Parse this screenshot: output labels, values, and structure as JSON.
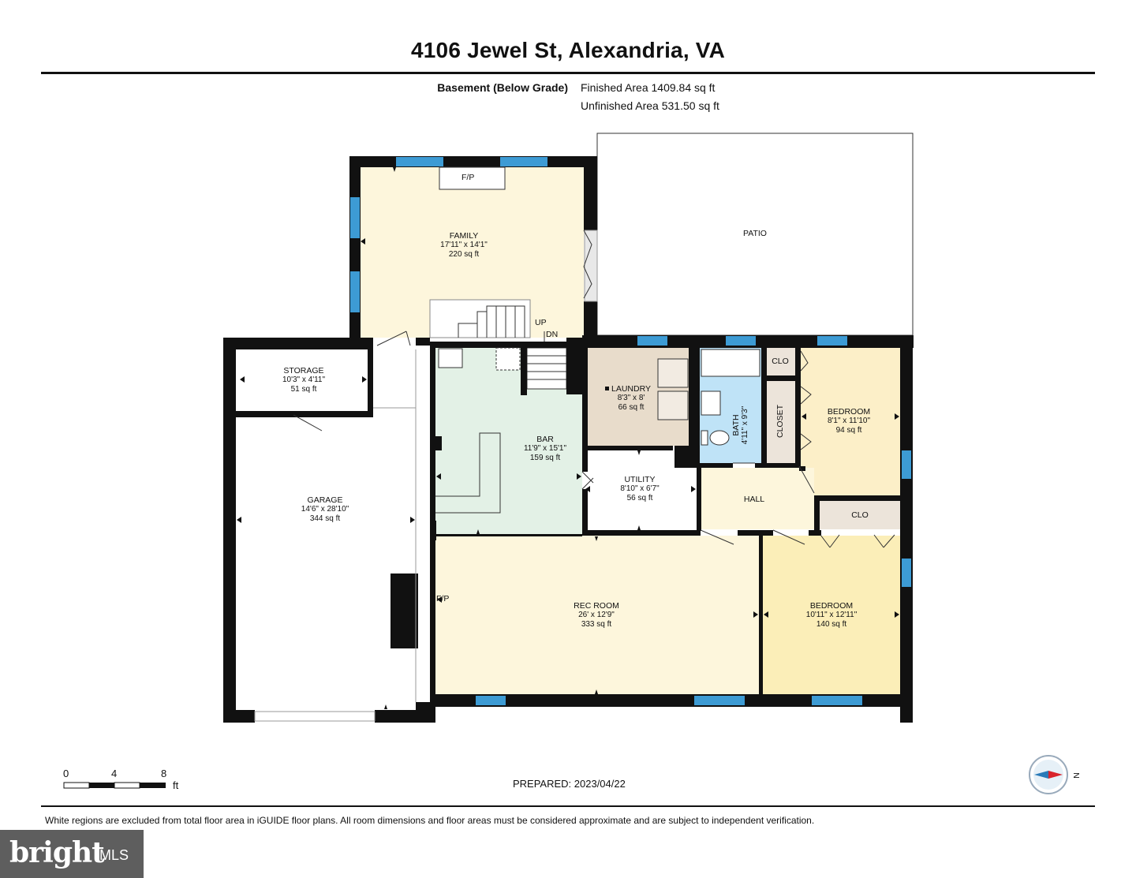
{
  "header": {
    "address": "4106 Jewel St, Alexandria, VA",
    "level": "Basement (Below Grade)",
    "finished_area": "Finished Area 1409.84 sq ft",
    "unfinished_area": "Unfinished Area 531.50 sq ft"
  },
  "rooms": {
    "family": {
      "name": "FAMILY",
      "dims": "17'11\" x 14'1\"",
      "area": "220 sq ft"
    },
    "patio": {
      "name": "PATIO"
    },
    "storage": {
      "name": "STORAGE",
      "dims": "10'3\" x 4'11\"",
      "area": "51 sq ft"
    },
    "bar": {
      "name": "BAR",
      "dims": "11'9\" x 15'1\"",
      "area": "159 sq ft"
    },
    "laundry": {
      "name": "LAUNDRY",
      "dims": "8'3\" x 8'",
      "area": "66 sq ft"
    },
    "bath": {
      "name": "BATH",
      "dims": "4'11\" x 9'3\""
    },
    "closet": {
      "name": "CLOSET"
    },
    "clo_top": {
      "name": "CLO"
    },
    "clo_mid": {
      "name": "CLO"
    },
    "bedroom1": {
      "name": "BEDROOM",
      "dims": "8'1\" x 11'10\"",
      "area": "94 sq ft"
    },
    "utility": {
      "name": "UTILITY",
      "dims": "8'10\" x 6'7\"",
      "area": "56 sq ft"
    },
    "hall": {
      "name": "HALL"
    },
    "garage": {
      "name": "GARAGE",
      "dims": "14'6\" x 28'10\"",
      "area": "344 sq ft"
    },
    "rec_room": {
      "name": "REC ROOM",
      "dims": "26' x 12'9\"",
      "area": "333 sq ft"
    },
    "bedroom2": {
      "name": "BEDROOM",
      "dims": "10'11\" x 12'11\"",
      "area": "140 sq ft"
    }
  },
  "labels": {
    "fp_family": "F/P",
    "fp_rec": "F/P",
    "stairs_up": "UP",
    "stairs_dn": "DN"
  },
  "colors": {
    "family": "#fdf6dc",
    "bar": "#e3f1e6",
    "laundry": "#e8dccb",
    "bath": "#bfe3f7",
    "closet": "#ece4da",
    "bedroom1": "#fcefc8",
    "hall": "#fdf6dc",
    "rec_room": "#fdf6dc",
    "bedroom2": "#fbeeb8",
    "window": "#3d9bd4",
    "wall": "#111111"
  },
  "icons": {
    "compass": "compass-icon",
    "north_label": "N"
  },
  "scale": {
    "ticks": [
      "0",
      "4",
      "8"
    ],
    "unit": "ft"
  },
  "footer": {
    "prepared": "PREPARED: 2023/04/22",
    "disclaimer": "White regions are excluded from total floor area in iGUIDE floor plans. All room dimensions and floor areas must be considered approximate and are subject to independent verification."
  },
  "logo": {
    "brand": "bright",
    "suffix": "MLS"
  }
}
